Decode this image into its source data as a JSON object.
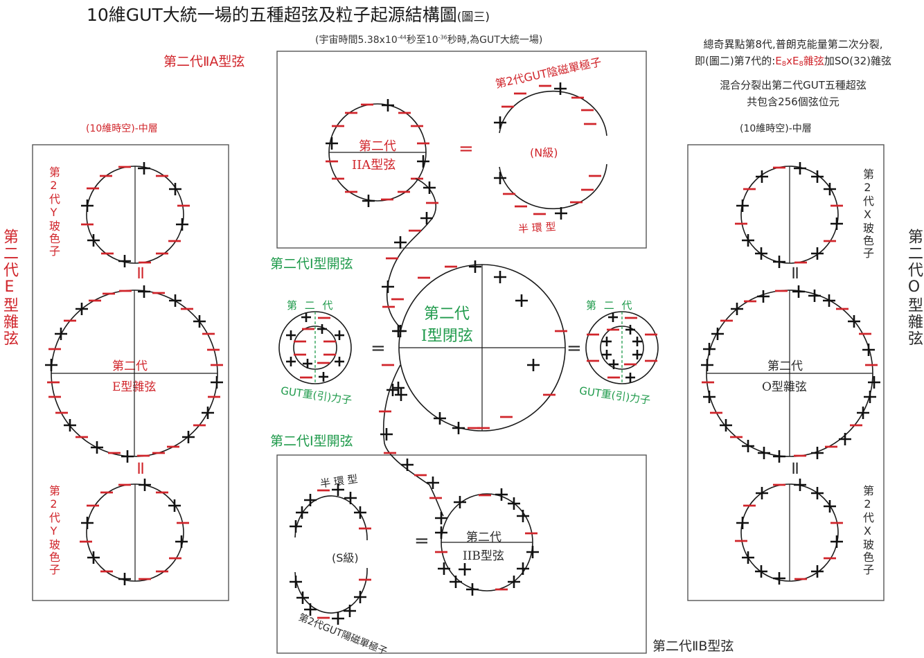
{
  "header": {
    "title": "10維GUT大統一場的五種超弦及粒子起源結構圖",
    "title_suffix": "(圖三)",
    "subtitle_prefix": "(宇宙時間5.38x10",
    "subtitle_exp1": "-44",
    "subtitle_mid": "秒至10",
    "subtitle_exp2": "-36",
    "subtitle_suffix": "秒時,為GUT大統一場)"
  },
  "info_panel": {
    "line1": "總奇異點第8代,普朗克能量第二次分裂,",
    "line2_prefix": "即(圖二)第7代的:",
    "line2_highlight_e1": "E",
    "line2_highlight_sub1": "8",
    "line2_highlight_x": "xE",
    "line2_highlight_sub2": "8",
    "line2_highlight_tail": "雜弦",
    "line2_suffix": "加SO(32)雜弦",
    "line3": "混合分裂出第二代GUT五種超弦",
    "line4": "共包含256個弦位元"
  },
  "layers": {
    "left": "(10維時空)-中層",
    "right": "(10維時空)-中層"
  },
  "left_panel": {
    "side_label": "第二代E型雜弦",
    "top_circle_label": "第2代Y玻色子",
    "center_circle_label_top": "第二代",
    "center_circle_label_bottom": "E型雜弦",
    "bottom_circle_label": "第2代Y玻色子",
    "equals": "="
  },
  "right_panel": {
    "side_label": "第二代O型雜弦",
    "top_circle_label": "第2代X玻色子",
    "center_circle_label_top": "第二代",
    "center_circle_label_bottom": "O型雜弦",
    "bottom_circle_label": "第2代X玻色子",
    "equals": "="
  },
  "top_panel": {
    "outer_label": "第二代ⅡA型弦",
    "circle_label_top": "第二代",
    "circle_label_bottom": "IIA型弦",
    "equals": "=",
    "monopole_label": "第2代GUT陰磁單極子",
    "class_label": "(N級)",
    "half_ring_label": "半 環 型"
  },
  "center": {
    "open_string_top": "第二代Ⅰ型開弦",
    "open_string_bottom": "第二代Ⅰ型開弦",
    "closed_label_top": "第二代",
    "closed_label_bottom": "I型閉弦",
    "graviton_top": "第 二 代",
    "graviton_bottom": "GUT重(引)力子",
    "equals": "="
  },
  "bottom_panel": {
    "outer_label": "第二代ⅡB型弦",
    "circle_label_top": "第二代",
    "circle_label_bottom": "IIB型弦",
    "equals": "=",
    "monopole_label": "第2代GUT陽磁單極子",
    "class_label": "(S級)",
    "half_ring_label": "半 環 型"
  },
  "colors": {
    "positive": "#111111",
    "negative": "#d0242a",
    "accent_green": "#1f9a4b",
    "accent_red": "#d0242a"
  },
  "symbols": {
    "positive_charge": "+",
    "negative_charge": "−"
  }
}
